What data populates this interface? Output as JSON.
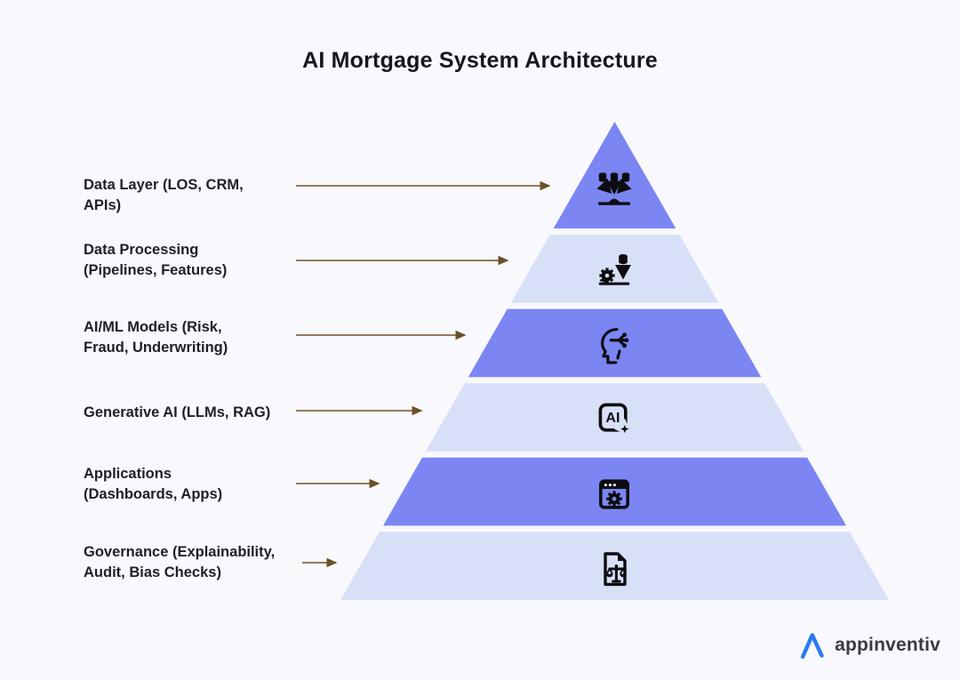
{
  "title": "AI Mortgage System Architecture",
  "colors": {
    "background": "#f8f8fd",
    "purple_layer": "#7b86f3",
    "light_layer": "#d7e0f7",
    "icon": "#0d0d11",
    "arrow": "#6a5226",
    "title_text": "#17161c",
    "label_text": "#201f26",
    "logo_blue": "#2b7bf3",
    "logo_text_color": "#3a3a42"
  },
  "layers": [
    {
      "label": "Data Layer (LOS, CRM,\nAPIs)",
      "icon": "databases-merge-icon",
      "fill": "#7b86f3"
    },
    {
      "label": "Data Processing\n(Pipelines, Features)",
      "icon": "gear-pipeline-icon",
      "fill": "#d7e0f7"
    },
    {
      "label": "AI/ML Models (Risk,\nFraud, Underwriting)",
      "icon": "ai-head-circuit-icon",
      "fill": "#7b86f3"
    },
    {
      "label": "Generative AI (LLMs, RAG)",
      "icon": "ai-sparkle-badge-icon",
      "fill": "#d7e0f7",
      "badge_text": "AI"
    },
    {
      "label": "Applications\n(Dashboards, Apps)",
      "icon": "browser-gear-icon",
      "fill": "#7b86f3"
    },
    {
      "label": "Governance (Explainability,\nAudit, Bias Checks)",
      "icon": "document-scales-icon",
      "fill": "#d7e0f7"
    }
  ],
  "footer": {
    "logo_text": "appinventiv",
    "logo_icon": "appinventiv-triangle-logo",
    "logo_color": "#2b7bf3"
  }
}
